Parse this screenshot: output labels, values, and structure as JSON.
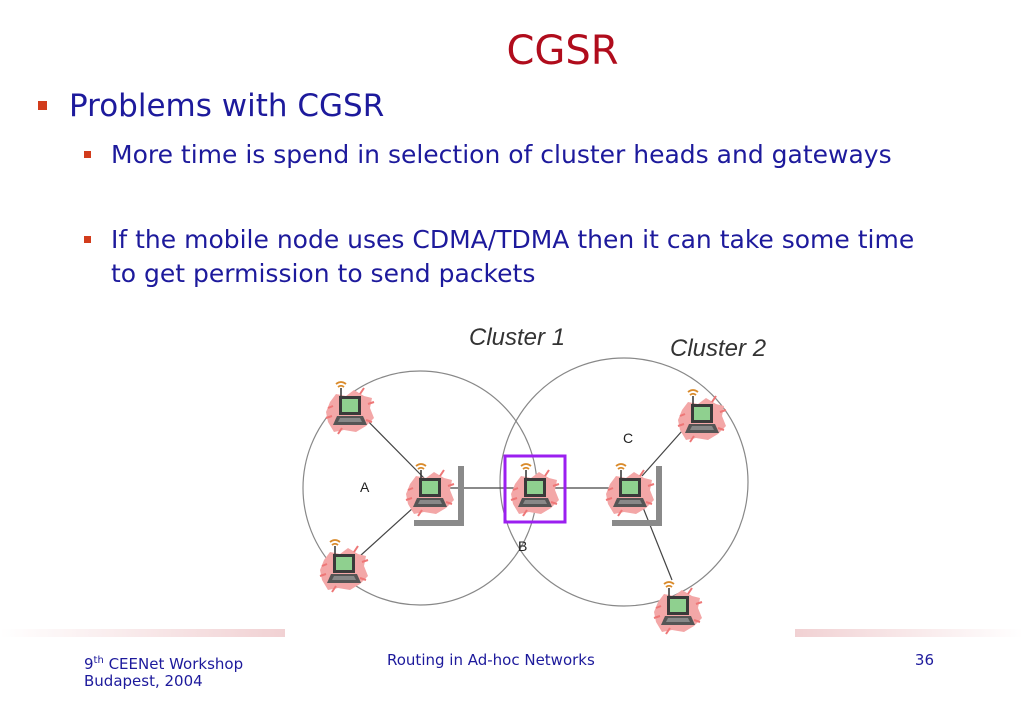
{
  "slide": {
    "title": "CGSR",
    "bullet": "Problems with CGSR",
    "sub_bullets": [
      "More time is spend in selection of cluster heads and gateways",
      "If the mobile node uses CDMA/TDMA then it can take some time to get permission to send packets"
    ]
  },
  "diagram": {
    "cluster1_label": "Cluster 1",
    "cluster2_label": "Cluster 2",
    "node_a_label": "A",
    "node_b_label": "B",
    "node_c_label": "C"
  },
  "footer": {
    "workshop_num": "9",
    "workshop_sup": "th",
    "workshop_name": " CEENet Workshop",
    "location": "Budapest, 2004",
    "center": "Routing in Ad-hoc Networks",
    "page": "36"
  },
  "colors": {
    "title": "#b00c1c",
    "body_text": "#1d1a9c",
    "bullet_mark": "#d23c1c",
    "gateway_box": "#9b1ff0"
  }
}
